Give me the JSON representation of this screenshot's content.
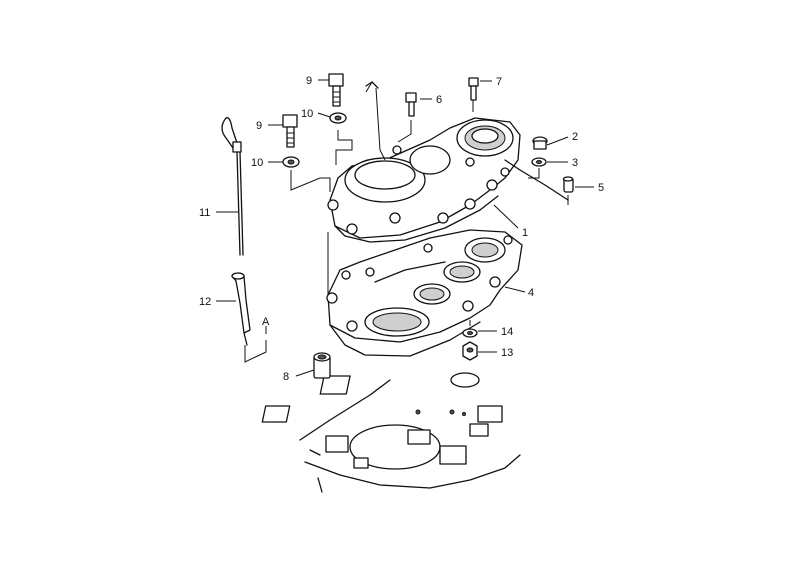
{
  "callouts": [
    {
      "id": "c1",
      "text": "1"
    },
    {
      "id": "c2",
      "text": "2"
    },
    {
      "id": "c3",
      "text": "3"
    },
    {
      "id": "c4",
      "text": "4"
    },
    {
      "id": "c5",
      "text": "5"
    },
    {
      "id": "c6",
      "text": "6"
    },
    {
      "id": "c7",
      "text": "7"
    },
    {
      "id": "c8",
      "text": "8"
    },
    {
      "id": "c9a",
      "text": "9"
    },
    {
      "id": "c9b",
      "text": "9"
    },
    {
      "id": "c10a",
      "text": "10"
    },
    {
      "id": "c10b",
      "text": "10"
    },
    {
      "id": "c11",
      "text": "11"
    },
    {
      "id": "c12",
      "text": "12"
    },
    {
      "id": "c13",
      "text": "13"
    },
    {
      "id": "c14",
      "text": "14"
    },
    {
      "id": "cA",
      "text": "A"
    }
  ]
}
